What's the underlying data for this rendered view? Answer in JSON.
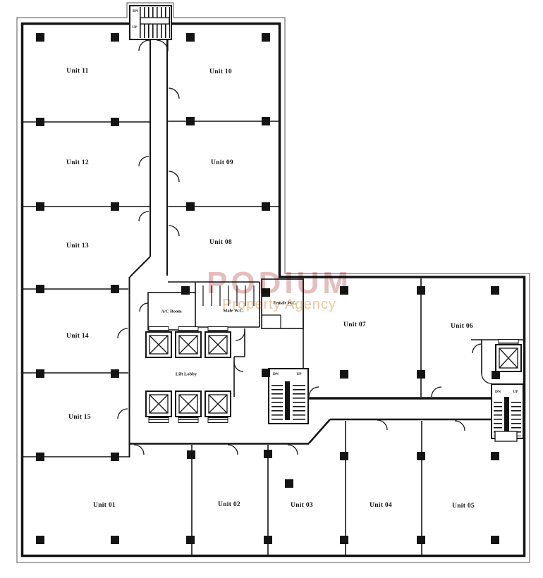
{
  "watermark": {
    "line1": "PODIUM",
    "line2": "Property Agency",
    "color1": "#e2b6b6",
    "color2": "#edbf92"
  },
  "units": [
    {
      "id": "unit-01",
      "label": "Unit 01"
    },
    {
      "id": "unit-02",
      "label": "Unit 02"
    },
    {
      "id": "unit-03",
      "label": "Unit 03"
    },
    {
      "id": "unit-04",
      "label": "Unit 04"
    },
    {
      "id": "unit-05",
      "label": "Unit 05"
    },
    {
      "id": "unit-06",
      "label": "Unit 06"
    },
    {
      "id": "unit-07",
      "label": "Unit 07"
    },
    {
      "id": "unit-08",
      "label": "Unit 08"
    },
    {
      "id": "unit-09",
      "label": "Unit 09"
    },
    {
      "id": "unit-10",
      "label": "Unit 10"
    },
    {
      "id": "unit-11",
      "label": "Unit 11"
    },
    {
      "id": "unit-12",
      "label": "Unit 12"
    },
    {
      "id": "unit-13",
      "label": "Unit 13"
    },
    {
      "id": "unit-14",
      "label": "Unit 14"
    },
    {
      "id": "unit-15",
      "label": "Unit 15"
    }
  ],
  "rooms": {
    "ac_room": "A/C Room",
    "male_wc": "Male W.C.",
    "female_wc": "Female W.C.",
    "lift_lobby": "Lift Lobby"
  },
  "stair_labels": {
    "down": "DN",
    "up": "UP"
  },
  "colors": {
    "wall": "#141414",
    "background": "#ffffff"
  }
}
